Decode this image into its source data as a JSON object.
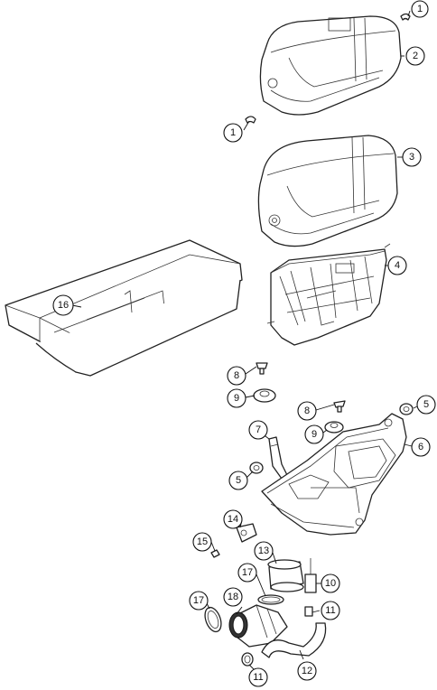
{
  "callouts": [
    {
      "id": "c1a",
      "label": "1"
    },
    {
      "id": "c1b",
      "label": "1"
    },
    {
      "id": "c2",
      "label": "2"
    },
    {
      "id": "c3",
      "label": "3"
    },
    {
      "id": "c4",
      "label": "4"
    },
    {
      "id": "c16",
      "label": "16"
    },
    {
      "id": "c8a",
      "label": "8"
    },
    {
      "id": "c9a",
      "label": "9"
    },
    {
      "id": "c8b",
      "label": "8"
    },
    {
      "id": "c9b",
      "label": "9"
    },
    {
      "id": "c5a",
      "label": "5"
    },
    {
      "id": "c6",
      "label": "6"
    },
    {
      "id": "c7",
      "label": "7"
    },
    {
      "id": "c5b",
      "label": "5"
    },
    {
      "id": "c14",
      "label": "14"
    },
    {
      "id": "c15",
      "label": "15"
    },
    {
      "id": "c13",
      "label": "13"
    },
    {
      "id": "c17a",
      "label": "17"
    },
    {
      "id": "c10",
      "label": "10"
    },
    {
      "id": "c17b",
      "label": "17"
    },
    {
      "id": "c18",
      "label": "18"
    },
    {
      "id": "c11a",
      "label": "11"
    },
    {
      "id": "c12",
      "label": "12"
    },
    {
      "id": "c11b",
      "label": "11"
    }
  ]
}
